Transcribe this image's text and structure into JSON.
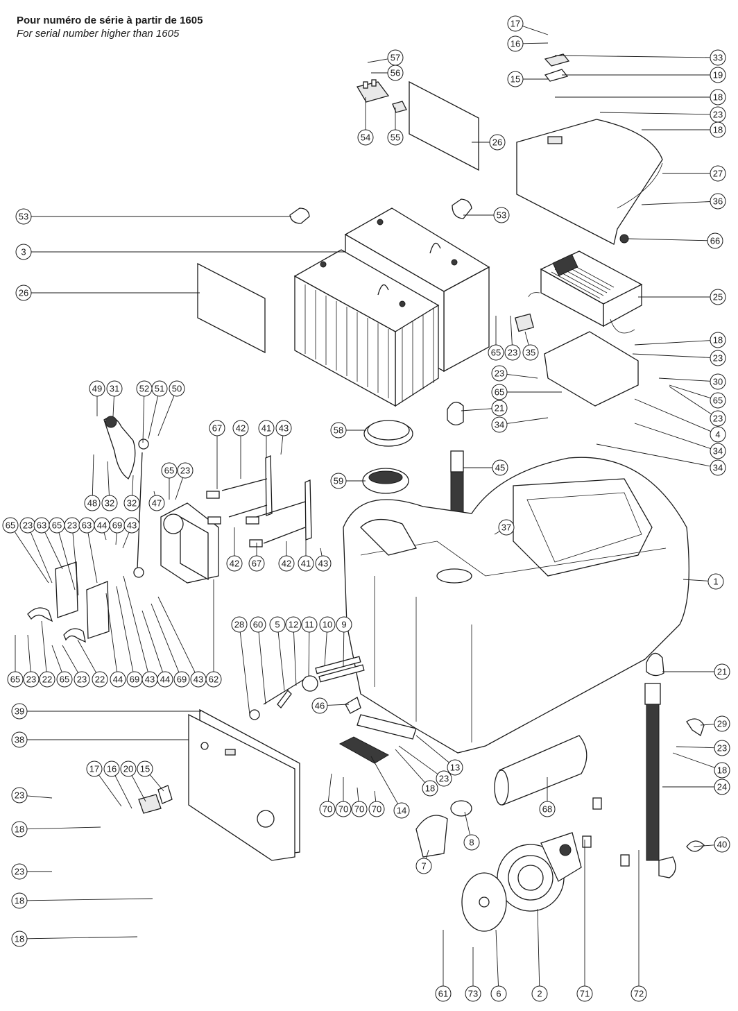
{
  "header": {
    "title_fr": "Pour numéro de série à partir de 1605",
    "title_en": "For serial number higher than 1605"
  },
  "callouts": [
    {
      "id": "c17a",
      "label": "17"
    },
    {
      "id": "c16a",
      "label": "16"
    },
    {
      "id": "c33",
      "label": "33"
    },
    {
      "id": "c15a",
      "label": "15"
    },
    {
      "id": "c19",
      "label": "19"
    },
    {
      "id": "c18a",
      "label": "18"
    },
    {
      "id": "c23a",
      "label": "23"
    },
    {
      "id": "c18b",
      "label": "18"
    },
    {
      "id": "c26a",
      "label": "26"
    },
    {
      "id": "c27",
      "label": "27"
    },
    {
      "id": "c36",
      "label": "36"
    },
    {
      "id": "c66",
      "label": "66"
    },
    {
      "id": "c57",
      "label": "57"
    },
    {
      "id": "c56",
      "label": "56"
    },
    {
      "id": "c54",
      "label": "54"
    },
    {
      "id": "c55",
      "label": "55"
    },
    {
      "id": "c53a",
      "label": "53"
    },
    {
      "id": "c53b",
      "label": "53"
    },
    {
      "id": "c3",
      "label": "3"
    },
    {
      "id": "c26b",
      "label": "26"
    },
    {
      "id": "c25",
      "label": "25"
    },
    {
      "id": "c65a",
      "label": "65"
    },
    {
      "id": "c23b",
      "label": "23"
    },
    {
      "id": "c35",
      "label": "35"
    },
    {
      "id": "c18c",
      "label": "18"
    },
    {
      "id": "c23c",
      "label": "23"
    },
    {
      "id": "c23d",
      "label": "23"
    },
    {
      "id": "c30",
      "label": "30"
    },
    {
      "id": "c65b",
      "label": "65"
    },
    {
      "id": "c65c",
      "label": "65"
    },
    {
      "id": "c23e",
      "label": "23"
    },
    {
      "id": "c21a",
      "label": "21"
    },
    {
      "id": "c34a",
      "label": "34"
    },
    {
      "id": "c4",
      "label": "4"
    },
    {
      "id": "c34b",
      "label": "34"
    },
    {
      "id": "c34c",
      "label": "34"
    },
    {
      "id": "c49",
      "label": "49"
    },
    {
      "id": "c31",
      "label": "31"
    },
    {
      "id": "c52",
      "label": "52"
    },
    {
      "id": "c51",
      "label": "51"
    },
    {
      "id": "c50",
      "label": "50"
    },
    {
      "id": "c67a",
      "label": "67"
    },
    {
      "id": "c42a",
      "label": "42"
    },
    {
      "id": "c41a",
      "label": "41"
    },
    {
      "id": "c43a",
      "label": "43"
    },
    {
      "id": "c58",
      "label": "58"
    },
    {
      "id": "c45",
      "label": "45"
    },
    {
      "id": "c59",
      "label": "59"
    },
    {
      "id": "c48",
      "label": "48"
    },
    {
      "id": "c32a",
      "label": "32"
    },
    {
      "id": "c32b",
      "label": "32"
    },
    {
      "id": "c65d",
      "label": "65"
    },
    {
      "id": "c23f",
      "label": "23"
    },
    {
      "id": "c47",
      "label": "47"
    },
    {
      "id": "c37",
      "label": "37"
    },
    {
      "id": "c65e",
      "label": "65"
    },
    {
      "id": "c23g",
      "label": "23"
    },
    {
      "id": "c63a",
      "label": "63"
    },
    {
      "id": "c65f",
      "label": "65"
    },
    {
      "id": "c23h",
      "label": "23"
    },
    {
      "id": "c63b",
      "label": "63"
    },
    {
      "id": "c44a",
      "label": "44"
    },
    {
      "id": "c69a",
      "label": "69"
    },
    {
      "id": "c43b",
      "label": "43"
    },
    {
      "id": "c42b",
      "label": "42"
    },
    {
      "id": "c67b",
      "label": "67"
    },
    {
      "id": "c42c",
      "label": "42"
    },
    {
      "id": "c41b",
      "label": "41"
    },
    {
      "id": "c43c",
      "label": "43"
    },
    {
      "id": "c1",
      "label": "1"
    },
    {
      "id": "c28",
      "label": "28"
    },
    {
      "id": "c60",
      "label": "60"
    },
    {
      "id": "c5",
      "label": "5"
    },
    {
      "id": "c12",
      "label": "12"
    },
    {
      "id": "c11",
      "label": "11"
    },
    {
      "id": "c10",
      "label": "10"
    },
    {
      "id": "c9",
      "label": "9"
    },
    {
      "id": "c21b",
      "label": "21"
    },
    {
      "id": "c65g",
      "label": "65"
    },
    {
      "id": "c23i",
      "label": "23"
    },
    {
      "id": "c22a",
      "label": "22"
    },
    {
      "id": "c65h",
      "label": "65"
    },
    {
      "id": "c23j",
      "label": "23"
    },
    {
      "id": "c22b",
      "label": "22"
    },
    {
      "id": "c44b",
      "label": "44"
    },
    {
      "id": "c69b",
      "label": "69"
    },
    {
      "id": "c43d",
      "label": "43"
    },
    {
      "id": "c44c",
      "label": "44"
    },
    {
      "id": "c69c",
      "label": "69"
    },
    {
      "id": "c43e",
      "label": "43"
    },
    {
      "id": "c62",
      "label": "62"
    },
    {
      "id": "c46",
      "label": "46"
    },
    {
      "id": "c39",
      "label": "39"
    },
    {
      "id": "c38",
      "label": "38"
    },
    {
      "id": "c29",
      "label": "29"
    },
    {
      "id": "c23k",
      "label": "23"
    },
    {
      "id": "c18d",
      "label": "18"
    },
    {
      "id": "c13",
      "label": "13"
    },
    {
      "id": "c23l",
      "label": "23"
    },
    {
      "id": "c18e",
      "label": "18"
    },
    {
      "id": "c17b",
      "label": "17"
    },
    {
      "id": "c16b",
      "label": "16"
    },
    {
      "id": "c20",
      "label": "20"
    },
    {
      "id": "c15b",
      "label": "15"
    },
    {
      "id": "c24",
      "label": "24"
    },
    {
      "id": "c23m",
      "label": "23"
    },
    {
      "id": "c70a",
      "label": "70"
    },
    {
      "id": "c70b",
      "label": "70"
    },
    {
      "id": "c70c",
      "label": "70"
    },
    {
      "id": "c70d",
      "label": "70"
    },
    {
      "id": "c14",
      "label": "14"
    },
    {
      "id": "c68",
      "label": "68"
    },
    {
      "id": "c18f",
      "label": "18"
    },
    {
      "id": "c8",
      "label": "8"
    },
    {
      "id": "c40",
      "label": "40"
    },
    {
      "id": "c23n",
      "label": "23"
    },
    {
      "id": "c7",
      "label": "7"
    },
    {
      "id": "c18g",
      "label": "18"
    },
    {
      "id": "c18h",
      "label": "18"
    },
    {
      "id": "c61",
      "label": "61"
    },
    {
      "id": "c73",
      "label": "73"
    },
    {
      "id": "c6",
      "label": "6"
    },
    {
      "id": "c2",
      "label": "2"
    },
    {
      "id": "c71",
      "label": "71"
    },
    {
      "id": "c72",
      "label": "72"
    }
  ]
}
